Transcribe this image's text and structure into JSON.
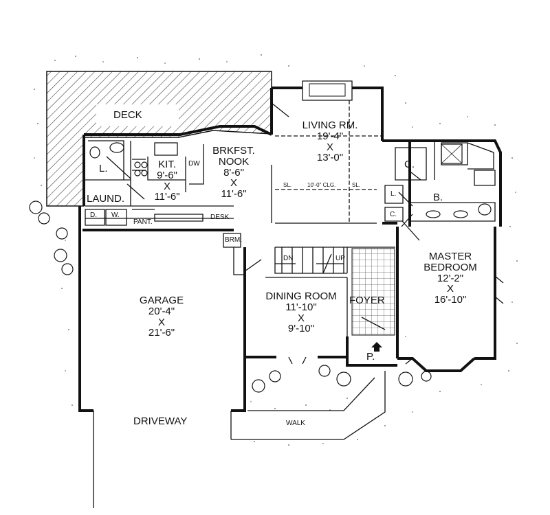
{
  "rooms": {
    "deck": "DECK",
    "living": {
      "name": "LIVING RM.",
      "w": "19'-4\"",
      "x": "X",
      "d": "13'-0\""
    },
    "clg": {
      "sl1": "SL.",
      "height": "10'-0\" CLG.",
      "sl2": "SL."
    },
    "kitchen": {
      "name": "KIT.",
      "w": "9'-6\"",
      "x": "X",
      "d": "11'-6\""
    },
    "dw": "DW",
    "nook": {
      "name1": "BRKFST.",
      "name2": "NOOK",
      "w": "8'-6\"",
      "x": "X",
      "d": "11'-6\""
    },
    "l_left": "L.",
    "laund": "LAUND.",
    "d": "D.",
    "w": "W.",
    "pant": "PANT.",
    "desk": "DESK",
    "brm": "BRM.",
    "garage": {
      "name": "GARAGE",
      "w": "20'-4\"",
      "x": "X",
      "d": "21'-6\""
    },
    "dining": {
      "name": "DINING ROOM",
      "w": "11'-10\"",
      "x": "X",
      "d": "9'-10\""
    },
    "foyer": "FOYER",
    "porch": "P.",
    "stairs_dn": "DN",
    "stairs_up": "UP",
    "closet_c1": "C.",
    "closet_c2": "C.",
    "l_right": "L.",
    "bath": "B.",
    "master": {
      "name1": "MASTER",
      "name2": "BEDROOM",
      "w": "12'-2\"",
      "x": "X",
      "d": "16'-10\""
    },
    "driveway": "DRIVEWAY",
    "walk": "WALK"
  }
}
